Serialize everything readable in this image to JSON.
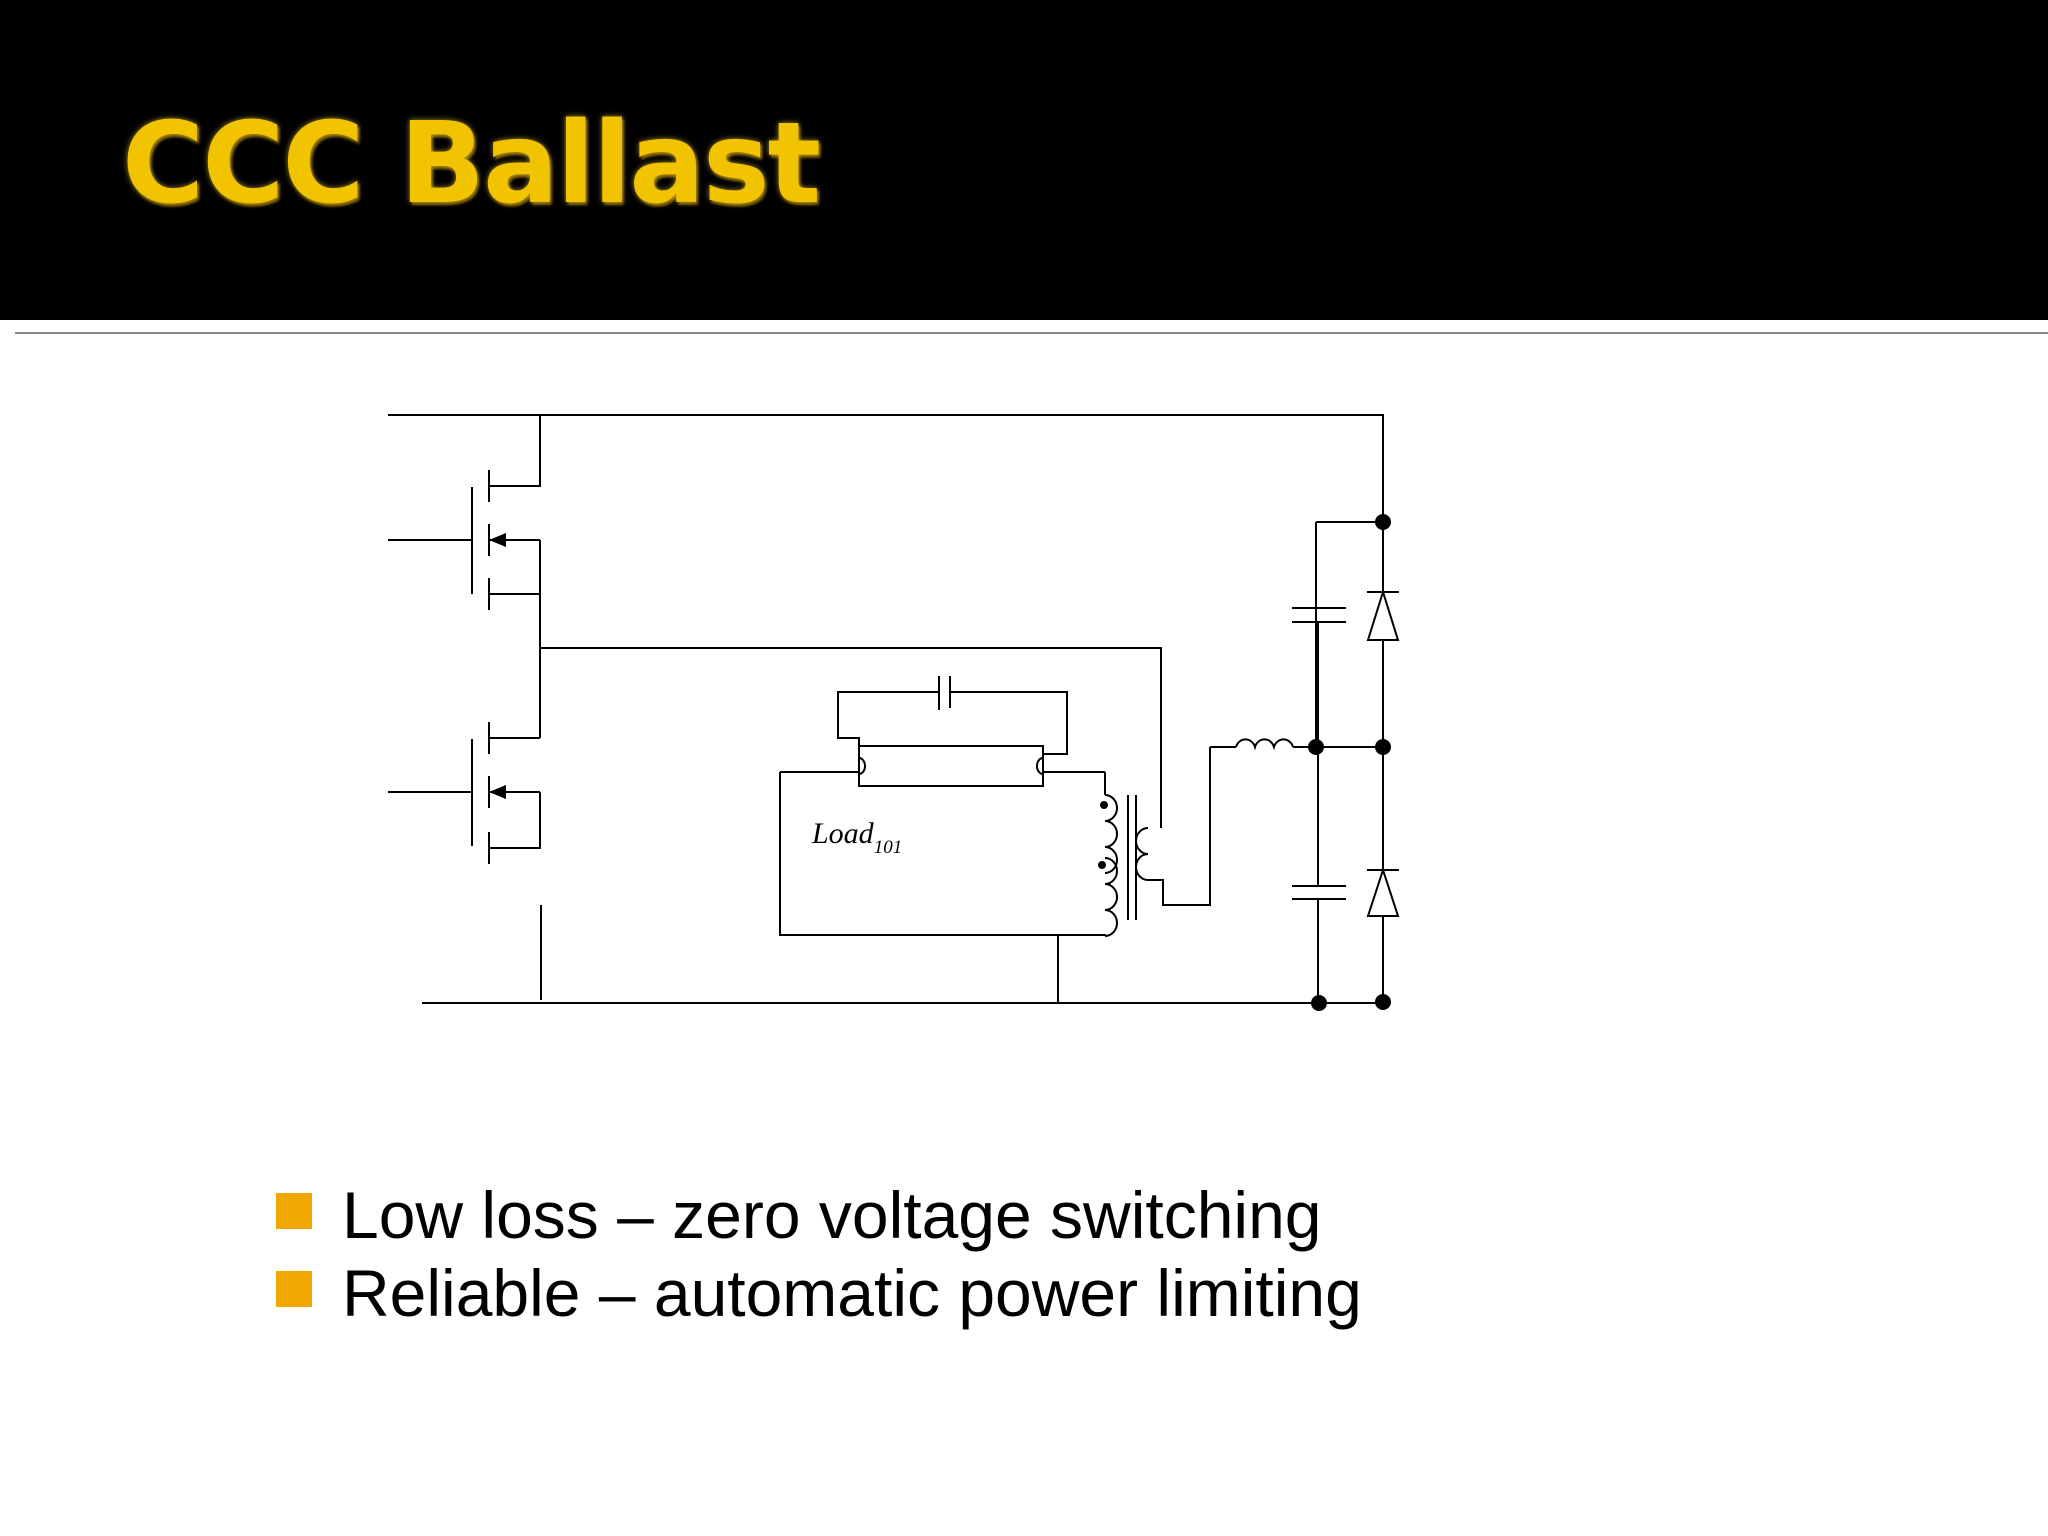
{
  "slide": {
    "title": "CCC Ballast",
    "title_color": "#f2c300",
    "header_background": "#000000",
    "bullet_color": "#f0a800"
  },
  "diagram": {
    "load_label": "Load",
    "load_subscript": "101"
  },
  "bullets": [
    {
      "text": "Low loss – zero voltage switching"
    },
    {
      "text": "Reliable – automatic power limiting"
    }
  ]
}
